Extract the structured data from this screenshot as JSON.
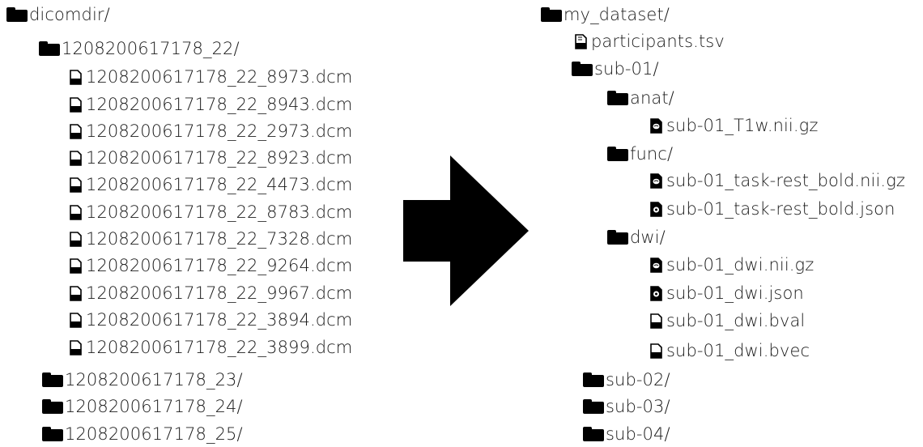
{
  "left_tree": {
    "root": "dicomdir/",
    "session_folder": "1208200617178_22/",
    "files": [
      "1208200617178_22_8973.dcm",
      "1208200617178_22_8943.dcm",
      "1208200617178_22_2973.dcm",
      "1208200617178_22_8923.dcm",
      "1208200617178_22_4473.dcm",
      "1208200617178_22_8783.dcm",
      "1208200617178_22_7328.dcm",
      "1208200617178_22_9264.dcm",
      "1208200617178_22_9967.dcm",
      "1208200617178_22_3894.dcm",
      "1208200617178_22_3899.dcm"
    ],
    "other_folders": [
      "1208200617178_23/",
      "1208200617178_24/",
      "1208200617178_25/"
    ]
  },
  "right_tree": {
    "root": "my_dataset/",
    "participants_file": "participants.tsv",
    "subject": "sub-01/",
    "anat": {
      "folder": "anat/",
      "files": [
        "sub-01_T1w.nii.gz"
      ]
    },
    "func": {
      "folder": "func/",
      "files": [
        "sub-01_task-rest_bold.nii.gz",
        "sub-01_task-rest_bold.json"
      ]
    },
    "dwi": {
      "folder": "dwi/",
      "files": [
        "sub-01_dwi.nii.gz",
        "sub-01_dwi.json",
        "sub-01_dwi.bval",
        "sub-01_dwi.bvec"
      ]
    },
    "other_subjects": [
      "sub-02/",
      "sub-03/",
      "sub-04/"
    ]
  },
  "icons": {
    "folder": "folder-icon",
    "file": "file-icon",
    "tsv": "tsv-file-icon",
    "nifti": "nifti-file-icon",
    "json": "json-file-icon"
  },
  "colors": {
    "ink": "#000000",
    "text": "#1a1a1a",
    "background": "#ffffff"
  }
}
